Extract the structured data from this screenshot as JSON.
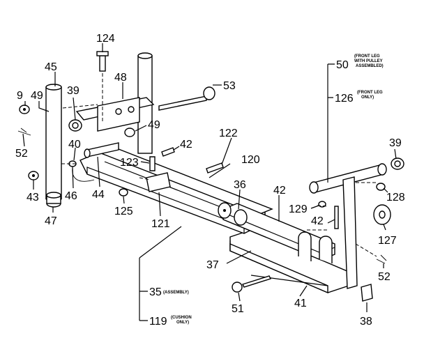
{
  "labels": {
    "p124": "124",
    "p45": "45",
    "p48": "48",
    "p53": "53",
    "p50": "50",
    "p50_note1": "(FRONT LEG",
    "p50_note2": "WITH PULLEY",
    "p50_note3": "ASSEMBLED)",
    "p126": "126",
    "p126_note1": "(FRONT LEG",
    "p126_note2": "ONLY)",
    "p9": "9",
    "p49a": "49",
    "p39a": "39",
    "p49b": "49",
    "p122": "122",
    "p42a": "42",
    "p39b": "39",
    "p52a": "52",
    "p40": "40",
    "p123": "123",
    "p120": "120",
    "p43": "43",
    "p46": "46",
    "p44": "44",
    "p125": "125",
    "p36": "36",
    "p42b": "42",
    "p128": "128",
    "p129": "129",
    "p42c": "42",
    "p127": "127",
    "p47": "47",
    "p121": "121",
    "p37": "37",
    "p52b": "52",
    "p35": "35",
    "p35_note": "(ASSEMBLY)",
    "p51": "51",
    "p41": "41",
    "p119": "119",
    "p119_note1": "(CUSHION",
    "p119_note2": "ONLY)",
    "p38": "38"
  }
}
